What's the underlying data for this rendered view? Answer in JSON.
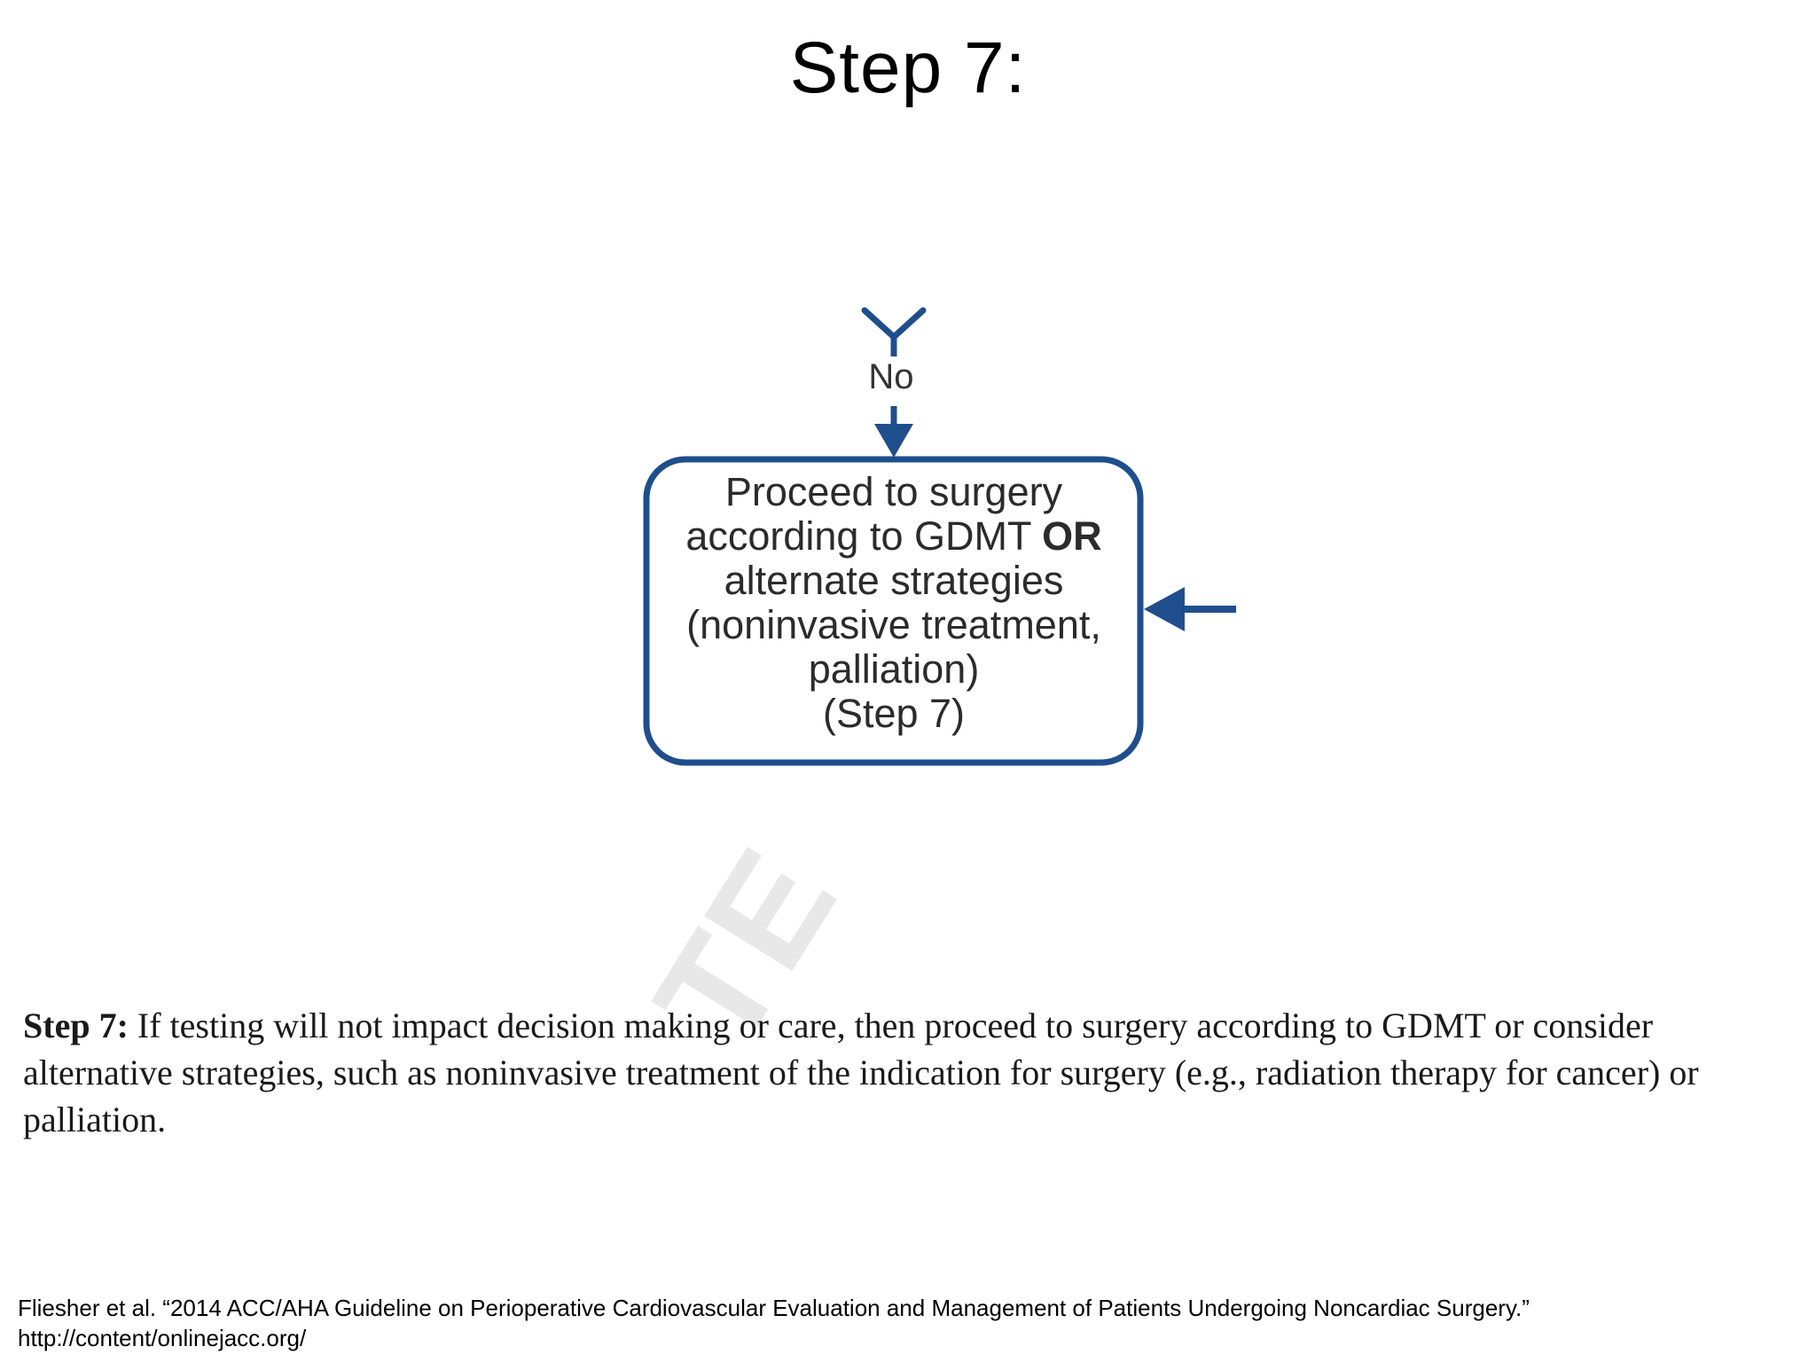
{
  "slide": {
    "title": "Step 7:"
  },
  "flowchart": {
    "edge_label": "No",
    "node": {
      "line1": "Proceed to surgery",
      "line2_prefix": "according to GDMT ",
      "line2_bold": "OR",
      "line3": "alternate strategies",
      "line4": "(noninvasive treatment,",
      "line5": "palliation)",
      "line6": "(Step 7)"
    },
    "colors": {
      "stroke": "#1f4e8c",
      "text": "#2b2b2b"
    }
  },
  "description": {
    "label": "Step 7:",
    "text": " If testing will not impact decision making or care, then proceed to surgery according to GDMT or consider alternative strategies, such as noninvasive treatment of the indication for surgery (e.g., radiation therapy for cancer) or palliation."
  },
  "watermark": {
    "text": "TE"
  },
  "citation": {
    "line1": "Fliesher et al. “2014 ACC/AHA Guideline on Perioperative Cardiovascular Evaluation and Management of Patients Undergoing Noncardiac Surgery.”",
    "line2": "http://content/onlinejacc.org/"
  }
}
